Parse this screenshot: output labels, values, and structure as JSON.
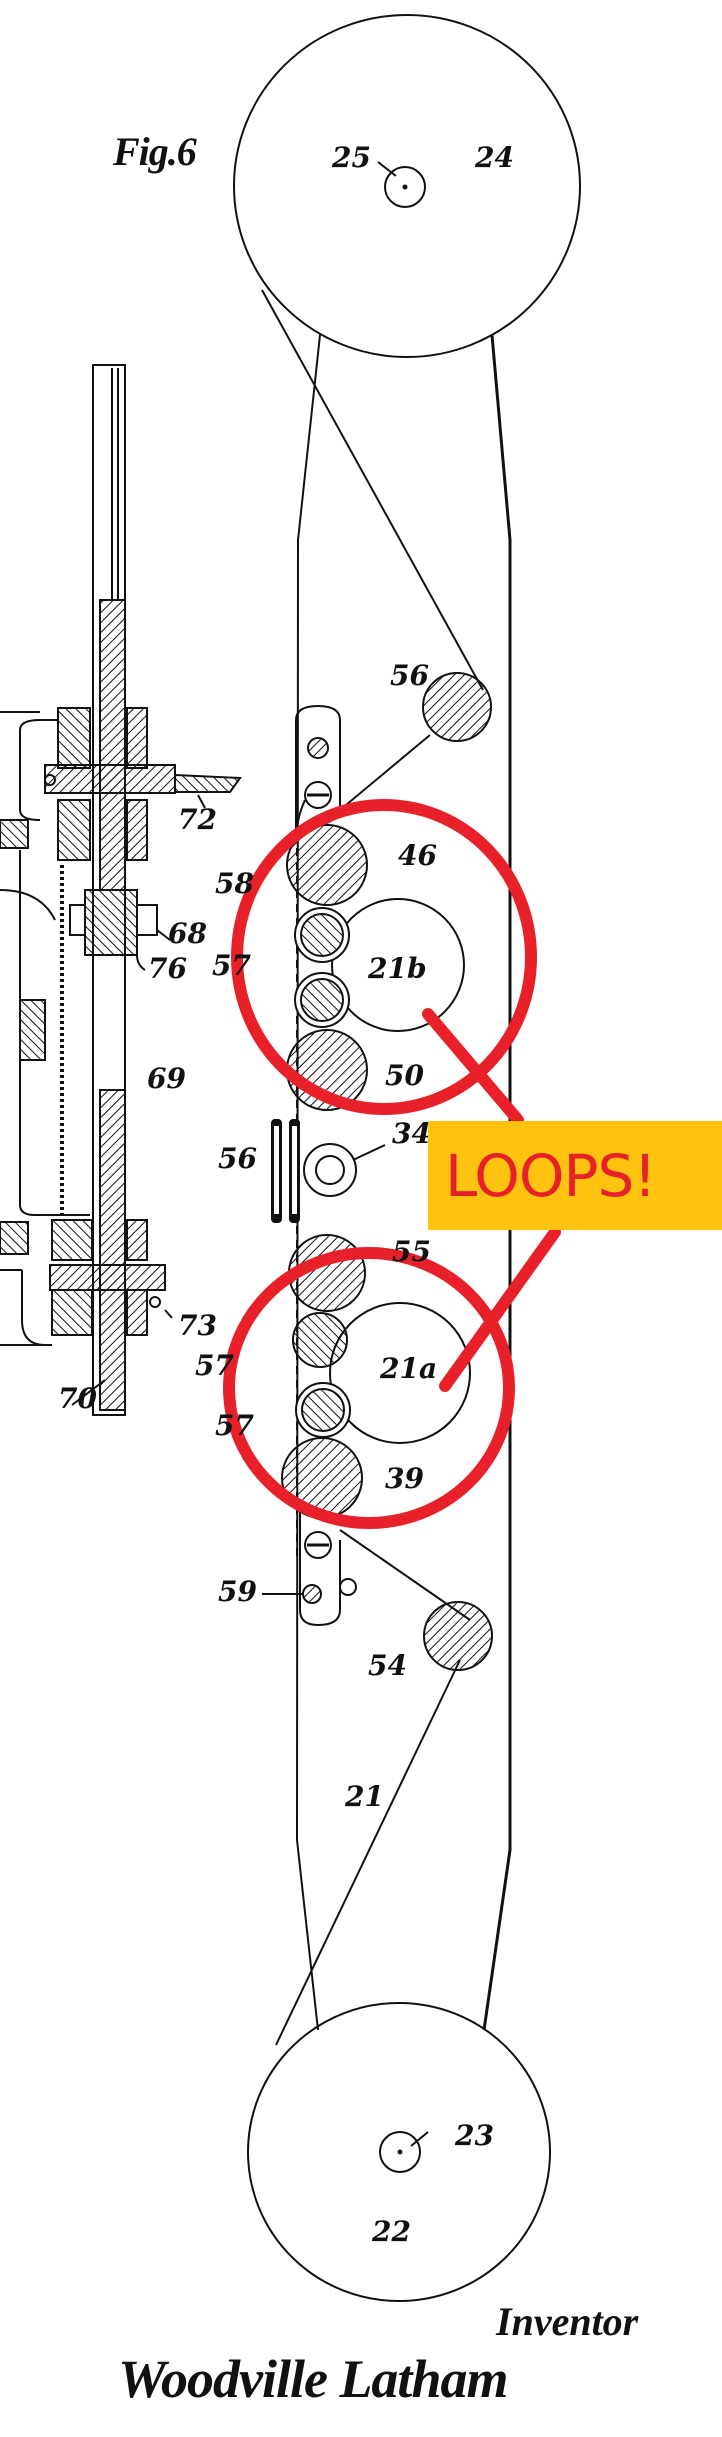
{
  "figure": {
    "title": "Fig.6",
    "inventor_caption": "Inventor",
    "signature": "Woodville Latham"
  },
  "reference_numerals": {
    "top_reel": "24",
    "top_reel_hub": "25",
    "bottom_reel": "22",
    "bottom_reel_hub": "23",
    "upper_idler": "56",
    "upper_sprocket": "46",
    "plate_label": "58",
    "upper_pressure_rollers": "57",
    "upper_loop": "21b",
    "lower_upper_sprocket": "50",
    "shaft_label_68": "68",
    "shaft_label_76": "76",
    "shaft_label_72": "72",
    "shaft_label_69": "69",
    "shaft_label_73": "73",
    "shaft_label_70": "70",
    "aperture_label": "34",
    "shutter_label": "56",
    "lower_sprocket_top": "55",
    "lower_pressure_roller_a": "57",
    "lower_pressure_roller_b": "57",
    "lower_loop": "21a",
    "lower_sprocket": "39",
    "screw_label": "59",
    "lower_idler": "54",
    "film": "21"
  },
  "annotation": {
    "callout_text": "LOOPS!",
    "callout_bg": "#FFC20E",
    "callout_text_color": "#E8202A",
    "marker_color": "#E8202A"
  },
  "colors": {
    "ink": "#111111",
    "paper": "#ffffff"
  }
}
